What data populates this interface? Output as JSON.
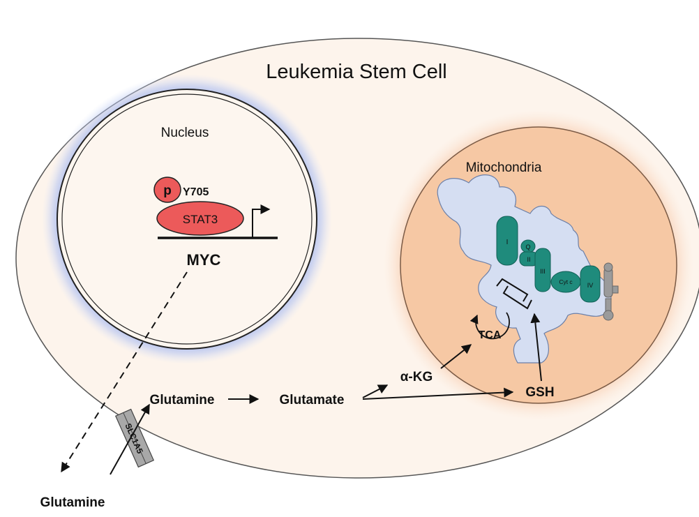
{
  "cell": {
    "title": "Leukemia Stem Cell"
  },
  "nucleus": {
    "label": "Nucleus",
    "phospho": "p",
    "residue": "Y705",
    "factor": "STAT3",
    "gene": "MYC"
  },
  "mitochondria": {
    "label": "Mitochondria",
    "complexes": {
      "c1": "I",
      "q": "Q",
      "c2": "II",
      "c3": "III",
      "cytc": "Cyt c",
      "c4": "IV"
    },
    "tca": "TCA"
  },
  "metabolites": {
    "glutamine_in": "Glutamine",
    "glutamate": "Glutamate",
    "akg": "α-KG",
    "gsh": "GSH",
    "glutamine_out": "Glutamine"
  },
  "transporter": "SLC1A5",
  "colors": {
    "cell_fill": "#fdf4ec",
    "nucleus_glow": "#9fb2ee",
    "mito_glow": "#f3a977",
    "mito_fill": "#f6c8a4",
    "cristae_fill": "#d5def2",
    "complex_fill": "#1f8b7c",
    "stat3_fill": "#ec5a5a"
  }
}
